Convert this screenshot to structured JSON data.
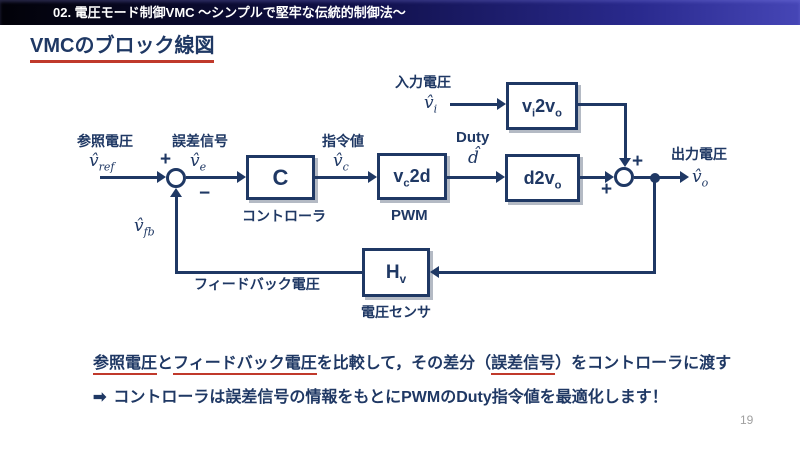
{
  "colors": {
    "navy": "#1f3864",
    "red": "#c0392b",
    "header_gradient_left": "#020208",
    "header_gradient_right": "#4646b6",
    "block_fill": "#ffffff",
    "block_shadow": "#b4bac4",
    "page_number_gray": "#a0a0a0"
  },
  "header": {
    "title": "02. 電圧モード制御VMC ～シンプルで堅牢な伝統的制御法～"
  },
  "page": {
    "title": "VMCのブロック線図",
    "page_number": "19"
  },
  "diagram": {
    "labels": {
      "input_voltage": "入力電圧",
      "reference_voltage": "参照電圧",
      "error_signal": "誤差信号",
      "command_value": "指令値",
      "duty": "Duty",
      "output_voltage": "出力電圧",
      "controller": "コントローラ",
      "pwm": "PWM",
      "voltage_sensor": "電圧センサ",
      "feedback_voltage": "フィードバック電圧"
    },
    "signals": {
      "v_i": {
        "base": "v̂",
        "sub": "i"
      },
      "v_ref": {
        "base": "v̂",
        "sub": "ref"
      },
      "v_e": {
        "base": "v̂",
        "sub": "e"
      },
      "v_c": {
        "base": "v̂",
        "sub": "c"
      },
      "d": {
        "base": "d̂",
        "sub": ""
      },
      "v_o": {
        "base": "v̂",
        "sub": "o"
      },
      "v_fb": {
        "base": "v̂",
        "sub": "fb"
      }
    },
    "blocks": {
      "controller": {
        "p1": "C",
        "s1": "",
        "p2": "",
        "s2": ""
      },
      "pwm": {
        "p1": "v",
        "s1": "c",
        "p2": "2d",
        "s2": ""
      },
      "plant_d": {
        "p1": "d2v",
        "s1": "o",
        "p2": "",
        "s2": ""
      },
      "plant_vi": {
        "p1": "v",
        "s1": "i",
        "p2": "2v",
        "s2": "o"
      },
      "sensor": {
        "p1": "H",
        "s1": "v",
        "p2": "",
        "s2": ""
      }
    },
    "signs": {
      "sum1_plus": "+",
      "sum1_minus": "−",
      "sum2_plus_top": "+",
      "sum2_plus_left": "+"
    }
  },
  "summary": {
    "line1_parts": [
      {
        "text": "参照電圧"
      },
      {
        "text": "と"
      },
      {
        "text": "フィードバック電圧"
      },
      {
        "text": "を比較して，その差分（"
      },
      {
        "text": "誤差信号"
      },
      {
        "text": "）をコントローラに渡す"
      }
    ],
    "line2_arrow": "➡",
    "line2_text": "コントローラは誤差信号の情報をもとにPWMのDuty指令値を最適化します！"
  }
}
